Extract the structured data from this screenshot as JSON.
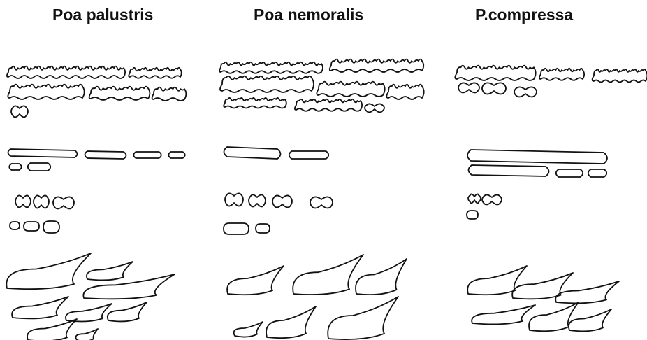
{
  "figure": {
    "columns": [
      {
        "title": "Poa palustris"
      },
      {
        "title": "Poa nemoralis"
      },
      {
        "title": "P.compressa"
      }
    ]
  }
}
